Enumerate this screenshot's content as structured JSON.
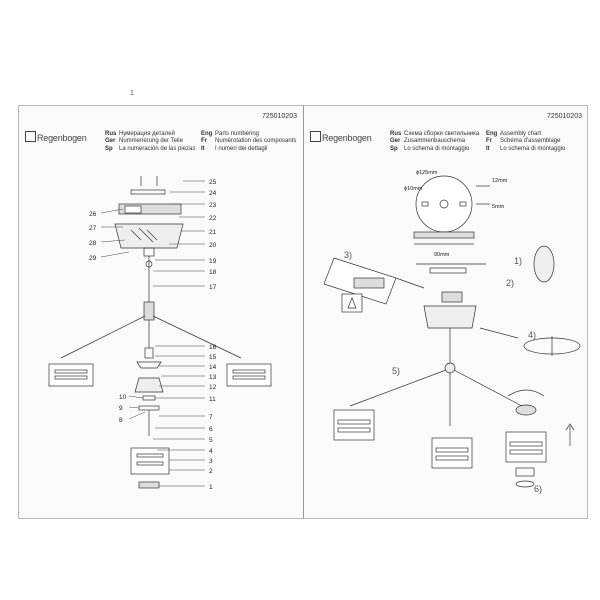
{
  "doc_code": "725010203",
  "brand": "Regenbogen",
  "left_page": {
    "captions": [
      {
        "lang": "Rus",
        "text": "Нумерация деталей"
      },
      {
        "lang": "Ger",
        "text": "Nummerierung der Teile"
      },
      {
        "lang": "Sp",
        "text": "La numeración de las piezas"
      }
    ],
    "captions2": [
      {
        "lang": "Eng",
        "text": "Parts numbering"
      },
      {
        "lang": "Fr",
        "text": "Numérotation des composants"
      },
      {
        "lang": "It",
        "text": "I numeri dei dettagli"
      }
    ],
    "callouts_right": [
      "25",
      "24",
      "23",
      "22",
      "21",
      "20",
      "19",
      "18",
      "17",
      "16",
      "15",
      "14",
      "13",
      "12",
      "11",
      "7",
      "6",
      "5",
      "4",
      "3",
      "2",
      "1"
    ],
    "callouts_left": [
      "26",
      "27",
      "28",
      "29",
      "10",
      "9",
      "8"
    ]
  },
  "right_page": {
    "captions": [
      {
        "lang": "Rus",
        "text": "Схема сборки светильника"
      },
      {
        "lang": "Ger",
        "text": "Zusammenbauschema"
      },
      {
        "lang": "Sp",
        "text": "Lo schema di montaggio"
      }
    ],
    "captions2": [
      {
        "lang": "Eng",
        "text": "Assembly chart"
      },
      {
        "lang": "Fr",
        "text": "Schéma d'assemblage"
      },
      {
        "lang": "It",
        "text": "Lo schema di montaggio"
      }
    ],
    "dimensions": {
      "d1": "ϕ125mm",
      "d2": "12mm",
      "d3": "ϕ10mm",
      "d4": "5mm",
      "d5": "90mm"
    },
    "steps": [
      "1)",
      "2)",
      "3)",
      "4)",
      "5)",
      "6)"
    ]
  },
  "stray_mark": "1"
}
